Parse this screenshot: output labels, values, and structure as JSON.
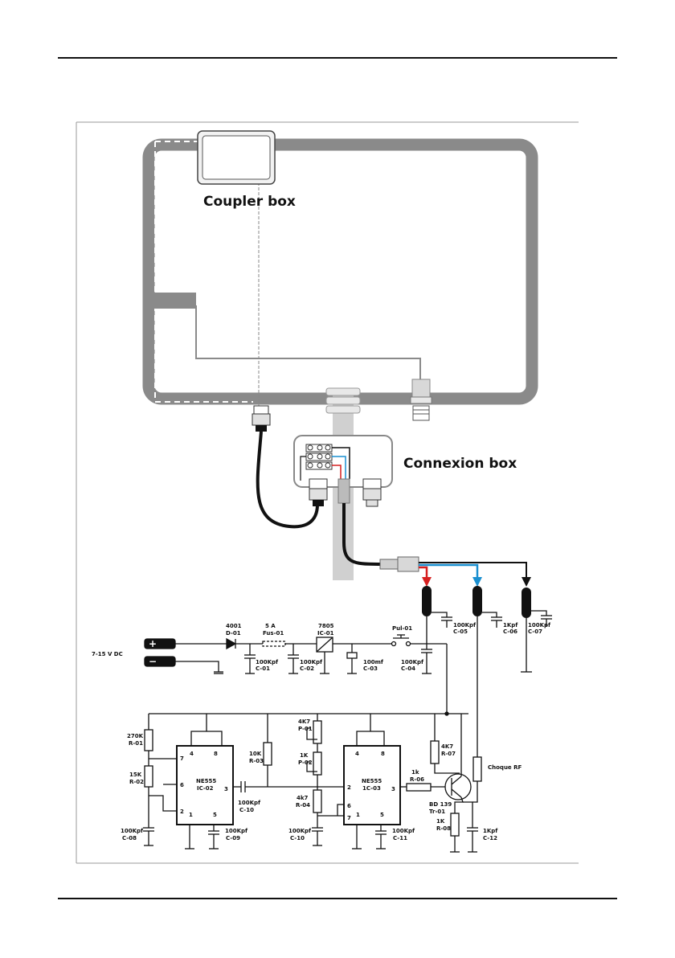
{
  "labels": {
    "coupler_box": "Coupler box",
    "connexion_box": "Connexion box",
    "supply": "7-15 V DC",
    "plus": "+",
    "minus": "−"
  },
  "components": {
    "d01": [
      "4001",
      "D-01"
    ],
    "fus01": [
      "5 A",
      "Fus-01"
    ],
    "ic01": [
      "7805",
      "IC-01"
    ],
    "pul01": [
      "Pul-01"
    ],
    "c01": [
      "100Kpf",
      "C-01"
    ],
    "c02": [
      "100Kpf",
      "C-02"
    ],
    "c03": [
      "100mf",
      "C-03"
    ],
    "c04": [
      "100Kpf",
      "C-04"
    ],
    "c05": [
      "100Kpf",
      "C-05"
    ],
    "c06": [
      "1Kpf",
      "C-06"
    ],
    "c07": [
      "100Kpf",
      "C-07"
    ],
    "r01": [
      "270K",
      "R-01"
    ],
    "r02": [
      "15K",
      "R-02"
    ],
    "c08": [
      "100Kpf",
      "C-08"
    ],
    "ic02": [
      "NE555",
      "IC-02"
    ],
    "c09": [
      "100Kpf",
      "C-09"
    ],
    "r03": [
      "10K",
      "R-03"
    ],
    "c10a": [
      "100Kpf",
      "C-10"
    ],
    "p01": [
      "4K7",
      "P-01"
    ],
    "p02": [
      "1K",
      "P-02"
    ],
    "r04": [
      "4k7",
      "R-04"
    ],
    "c10b": [
      "100Kpf",
      "C-10"
    ],
    "ic03": [
      "NE555",
      "1C-03"
    ],
    "c11": [
      "100Kpf",
      "C-11"
    ],
    "r06": [
      "1k",
      "R-06"
    ],
    "r07": [
      "4K7",
      "R-07"
    ],
    "tr01": [
      "BD 139",
      "Tr-01"
    ],
    "r08": [
      "1K",
      "R-08"
    ],
    "c12": [
      "1Kpf",
      "C-12"
    ],
    "choque": [
      "Choque RF"
    ]
  },
  "pins": {
    "ic02": [
      "4",
      "8",
      "7",
      "6",
      "3",
      "2",
      "1",
      "5"
    ],
    "ic03": [
      "4",
      "8",
      "2",
      "3",
      "6",
      "7",
      "1",
      "5"
    ]
  },
  "colors": {
    "frame": "#8a8a8a",
    "red_wire": "#d62020",
    "blue_wire": "#1a8fd0",
    "connector": "#d8d8d8"
  }
}
